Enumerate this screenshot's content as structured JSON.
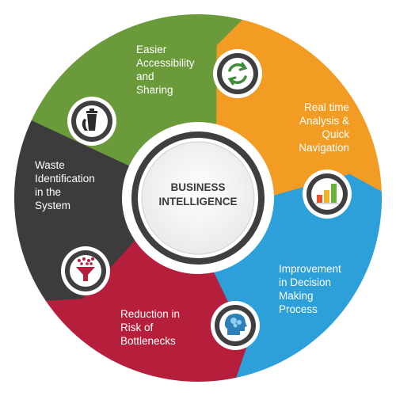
{
  "center": {
    "title": "BUSINESS\nINTELLIGENCE"
  },
  "segments": [
    {
      "label": "Easier\nAccessibility\nand\nSharing",
      "color": "#6b9a3b",
      "icon": "sync-icon"
    },
    {
      "label": "Real time\nAnalysis &\nQuick\nNavigation",
      "color": "#f39c24",
      "icon": "bar-chart-icon"
    },
    {
      "label": "Improvement\nin Decision\nMaking\nProcess",
      "color": "#2d9fd9",
      "icon": "head-brain-icon"
    },
    {
      "label": "Reduction in\nRisk of\nBottlenecks",
      "color": "#b51f3b",
      "icon": "funnel-icon"
    },
    {
      "label": "Waste\nIdentification\nin the\nSystem",
      "color": "#3c3c3c",
      "icon": "recycle-bin-icon"
    }
  ]
}
